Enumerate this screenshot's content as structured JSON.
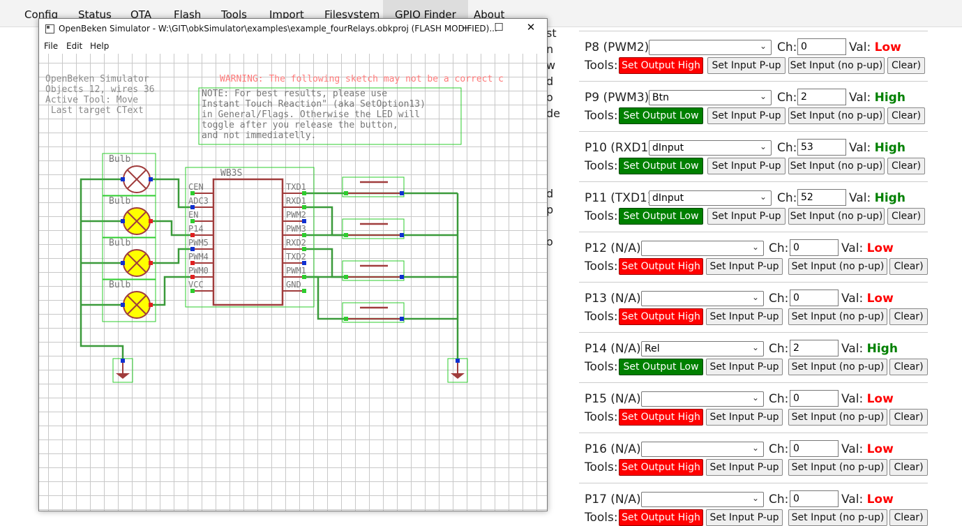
{
  "nav": {
    "tabs": [
      "Config",
      "Status",
      "OTA",
      "Flash",
      "Tools",
      "Import",
      "Filesystem",
      "GPIO Finder",
      "About"
    ],
    "active": "GPIO Finder"
  },
  "background_text": [
    "st",
    "n",
    "w",
    "d",
    "o",
    "de",
    "d",
    "p",
    "o"
  ],
  "simulator": {
    "title": "OpenBeken Simulator - W:\\GIT\\obkSimulator\\examples\\example_fourRelays.obkproj (FLASH MODIFIED)...",
    "controls": {
      "minimize": "—",
      "maximize": "☐",
      "close": "✕"
    },
    "menu": [
      "File",
      "Edit",
      "Help"
    ],
    "info_lines": [
      "OpenBeken Simulator",
      "Objects 12, wires 36",
      "Active Tool: Move",
      " Last target CText"
    ],
    "warning": "WARNING: The following sketch may not be a correct c",
    "note_lines": [
      "NOTE: For best results, please use",
      "Instant Touch Reaction\" (aka SetOption13)",
      "in General/Flags. Otherwise the LED will",
      "toggle after you release the button,",
      "and not immediatelly."
    ],
    "bulb_label": "Bulb",
    "chip_label": "WB3S",
    "left_pins": [
      "CEN",
      "ADC3",
      "EN",
      "P14",
      "PWM5",
      "PWM4",
      "PWM0",
      "VCC"
    ],
    "right_pins": [
      "TXD1",
      "RXD1",
      "PWM2",
      "PWM3",
      "RXD2",
      "TXD2",
      "PWM1",
      "GND"
    ],
    "colors": {
      "wire": "#3a9a3a",
      "box": "#2ecc2e",
      "chip": "#a03c3c",
      "pin_blue": "#1030d0",
      "pin_red": "#e02020",
      "text": "#8a8a8a",
      "warning": "#ff7a7a",
      "bulb_on": "#ffff00"
    }
  },
  "labels": {
    "tools": "Tools:",
    "ch": "Ch:",
    "val": "Val:"
  },
  "button_labels": {
    "set_high": "Set Output High",
    "set_low": "Set Output Low",
    "pullup": "Set Input P-up",
    "nopullup": "Set Input (no p-up)",
    "clear": "Clear)"
  },
  "gpio_rows": [
    {
      "pin": "P8 (PWM2)",
      "role": "",
      "channel": "0",
      "value": "Low",
      "action": "Set Output High"
    },
    {
      "pin": "P9 (PWM3)",
      "role": "Btn",
      "channel": "2",
      "value": "High",
      "action": "Set Output Low"
    },
    {
      "pin": "P10 (RXD1)",
      "role": "dInput",
      "channel": "53",
      "value": "High",
      "action": "Set Output Low"
    },
    {
      "pin": "P11 (TXD1)",
      "role": "dInput",
      "channel": "52",
      "value": "High",
      "action": "Set Output Low"
    },
    {
      "pin": "P12 (N/A)",
      "role": "",
      "channel": "0",
      "value": "Low",
      "action": "Set Output High"
    },
    {
      "pin": "P13 (N/A)",
      "role": "",
      "channel": "0",
      "value": "Low",
      "action": "Set Output High"
    },
    {
      "pin": "P14 (N/A)",
      "role": "Rel",
      "channel": "2",
      "value": "High",
      "action": "Set Output Low"
    },
    {
      "pin": "P15 (N/A)",
      "role": "",
      "channel": "0",
      "value": "Low",
      "action": "Set Output High"
    },
    {
      "pin": "P16 (N/A)",
      "role": "",
      "channel": "0",
      "value": "Low",
      "action": "Set Output High"
    },
    {
      "pin": "P17 (N/A)",
      "role": "",
      "channel": "0",
      "value": "Low",
      "action": "Set Output High"
    }
  ]
}
